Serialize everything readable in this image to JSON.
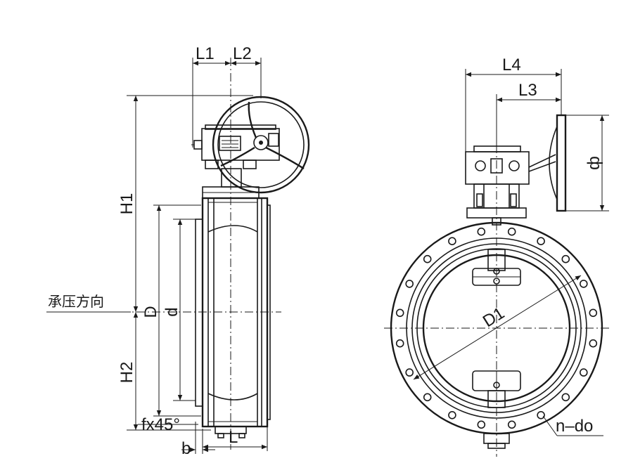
{
  "side_view": {
    "labels": {
      "L1": "L1",
      "L2": "L2",
      "H1": "H1",
      "H2": "H2",
      "D": "D",
      "d": "d",
      "pressure_direction": "承压方向",
      "chamfer": "fx45°",
      "b": "b",
      "L": "L"
    }
  },
  "front_view": {
    "labels": {
      "L4": "L4",
      "L3": "L3",
      "phi": "ф",
      "D1": "D1",
      "n_do": "n–do"
    }
  },
  "colors": {
    "line": "#1a1a1a",
    "background": "#ffffff"
  }
}
